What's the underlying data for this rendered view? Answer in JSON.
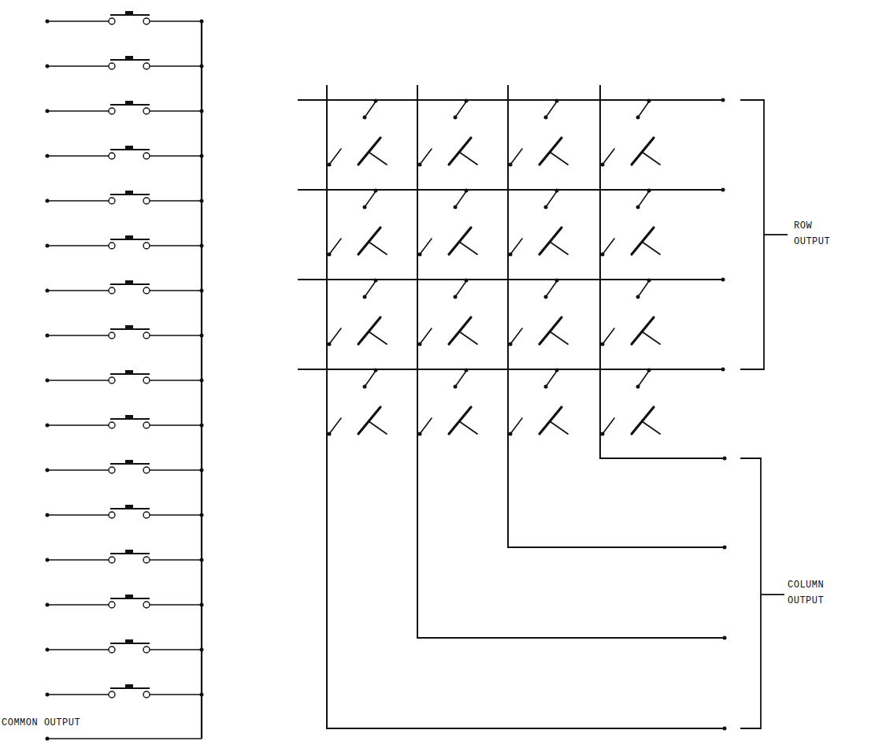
{
  "diagram": {
    "labels": [
      "COMMON OUTPUT",
      "ROW OUTPUT",
      "COLUMN OUTPUT"
    ]
  }
}
